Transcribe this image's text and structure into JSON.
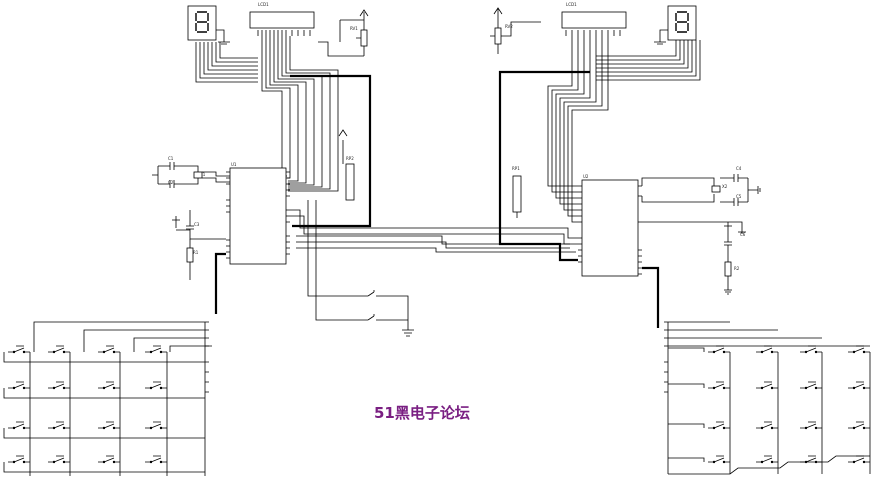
{
  "watermark": "51黑电子论坛",
  "labels": {
    "lcd_left": "LCD1",
    "lcd_right": "LCD1",
    "mcu_left": "U1",
    "mcu_right": "U2",
    "rv_left": "RV1",
    "rv_right": "RV2",
    "pack_left": "RP2",
    "pack_right": "RP1",
    "x_left": "X1",
    "x_right": "X2",
    "c1": "C1",
    "c2": "C2",
    "c3": "C3",
    "c4": "C4",
    "c5": "C5",
    "c6": "C6",
    "r1": "R1",
    "r2": "R2"
  },
  "colors": {
    "ink": "#000000",
    "watermark": "#7a1f82",
    "paper": "#ffffff"
  }
}
